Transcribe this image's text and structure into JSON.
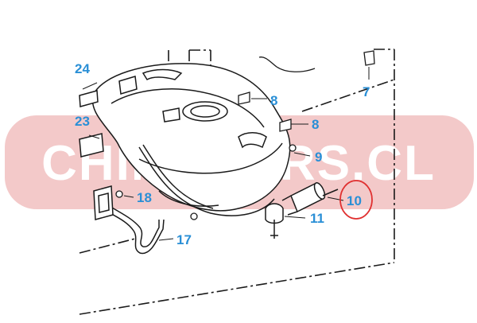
{
  "watermark": {
    "text": "CHINACARS.CL",
    "band_color": "#f3c9c9",
    "text_color": "#ffffff"
  },
  "callouts": {
    "c24": "24",
    "c23": "23",
    "c7": "7",
    "c8a": "8",
    "c8b": "8",
    "c9": "9",
    "c10": "10",
    "c11": "11",
    "c17": "17",
    "c18": "18"
  },
  "highlight": {
    "target": "10",
    "ring_color": "#e03030"
  },
  "colors": {
    "callout": "#2a8fd6",
    "line": "#1a1a1a"
  }
}
